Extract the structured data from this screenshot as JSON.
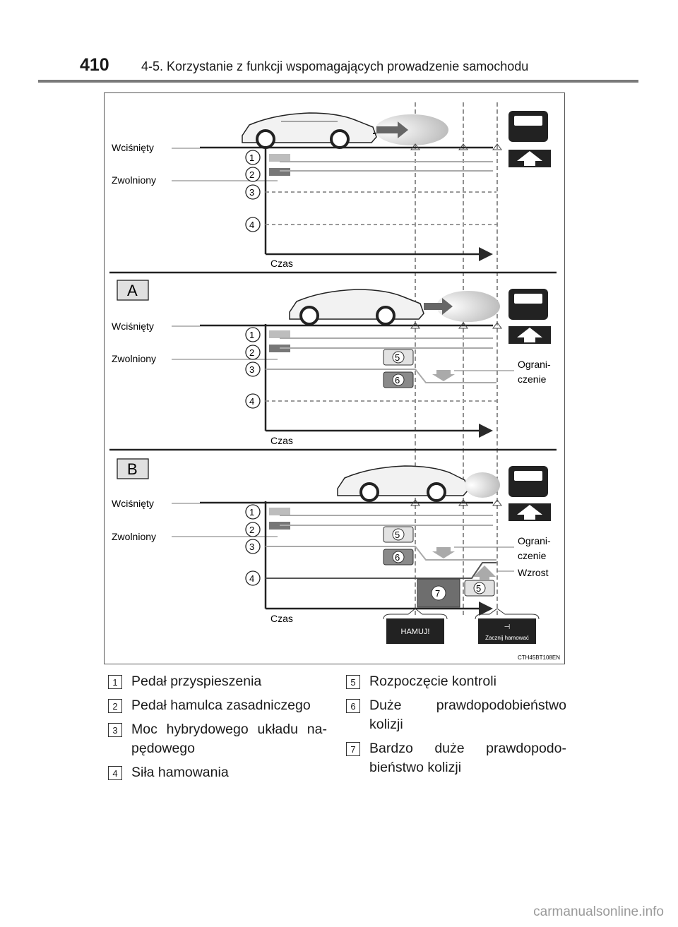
{
  "header": {
    "page_number": "410",
    "section_title": "4-5. Korzystanie z funkcji wspomagających prowadzenie samochodu"
  },
  "figure": {
    "code": "CTH45BT108EN",
    "labels": {
      "pressed": "Wciśnięty",
      "released": "Zwolniony",
      "time": "Czas",
      "limitation_line1": "Ograni-",
      "limitation_line2": "czenie",
      "increase": "Wzrost"
    },
    "panels": {
      "a": "A",
      "b": "B"
    },
    "numbers": {
      "n1": "1",
      "n2": "2",
      "n3": "3",
      "n4": "4",
      "n5": "5",
      "n6": "6",
      "n7": "7"
    },
    "displays": {
      "brake_warning": "HAMUJ!",
      "start_braking": "Zacznij hamować"
    }
  },
  "legend": {
    "left": [
      {
        "num": "1",
        "text": "Pedał przyspieszenia"
      },
      {
        "num": "2",
        "text": "Pedał hamulca zasadniczego"
      },
      {
        "num": "3",
        "text": "Moc hybrydowego układu na- pędowego"
      },
      {
        "num": "4",
        "text": "Siła hamowania"
      }
    ],
    "right": [
      {
        "num": "5",
        "text": "Rozpoczęcie kontroli"
      },
      {
        "num": "6",
        "text": "Duże prawdopodobieństwo kolizji"
      },
      {
        "num": "7",
        "text": "Bardzo duże prawdopodo- bieństwo kolizji"
      }
    ]
  },
  "watermark": "carmanualsonline.info"
}
